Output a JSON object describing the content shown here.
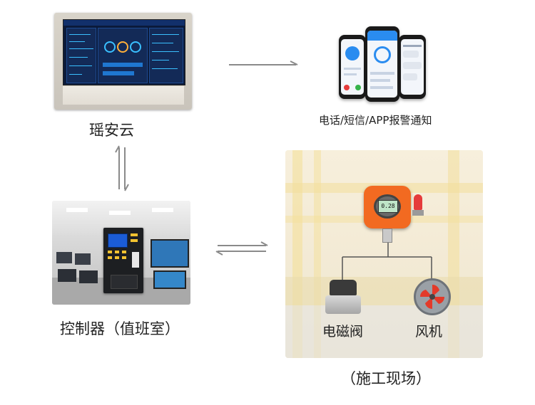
{
  "nodes": {
    "cloud": {
      "label": "瑶安云"
    },
    "notification": {
      "label": "电话/短信/APP报警通知"
    },
    "controller": {
      "label": "控制器（值班室）"
    },
    "site": {
      "label": "（施工现场）"
    },
    "solenoid_valve": {
      "label": "电磁阀"
    },
    "fan": {
      "label": "风机"
    }
  },
  "detector": {
    "display": "0.28"
  },
  "colors": {
    "arrow": "#8a8a8a",
    "detector_orange": "#f26a21",
    "pipe_yellow": "#f1d56b"
  }
}
